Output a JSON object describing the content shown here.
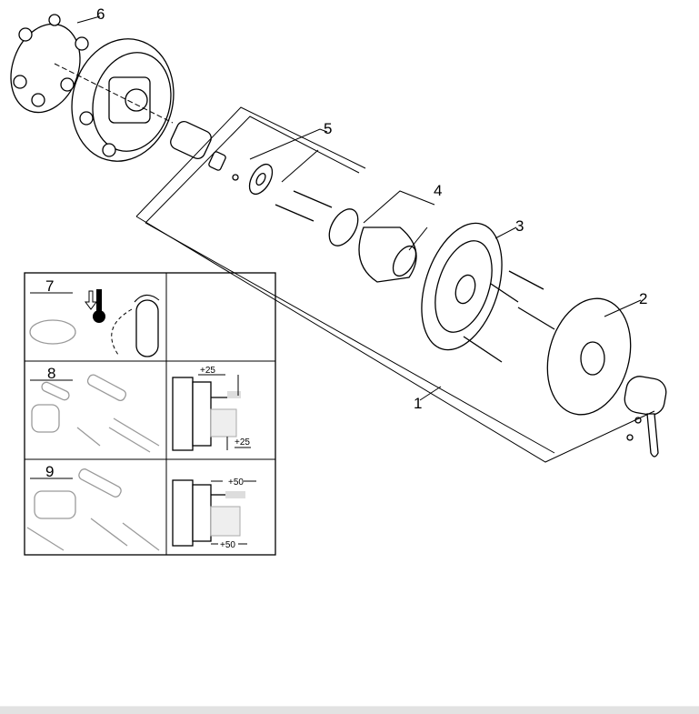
{
  "diagram": {
    "callouts": {
      "c1": "1",
      "c2": "2",
      "c3": "3",
      "c4": "4",
      "c5": "5",
      "c6": "6"
    },
    "panel": {
      "c7": "7",
      "c8": "8",
      "c9": "9",
      "dim8_top": "+25",
      "dim8_bottom": "+25",
      "dim9_top": "+50",
      "dim9_bottom": "+50"
    }
  }
}
